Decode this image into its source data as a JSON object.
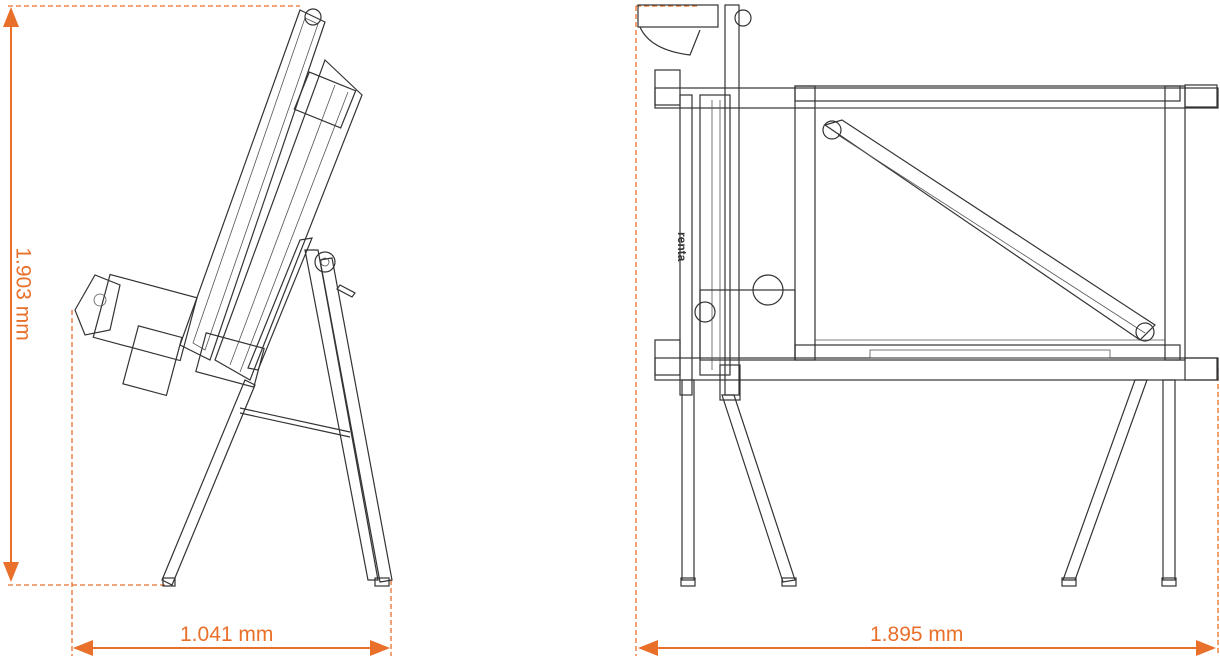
{
  "dimensions": {
    "side_height": "1.903 mm",
    "side_width": "1.041 mm",
    "front_width": "1.895 mm"
  },
  "logo_text": "renta",
  "colors": {
    "dimension": "#e8702a",
    "drawing": "#333333"
  }
}
